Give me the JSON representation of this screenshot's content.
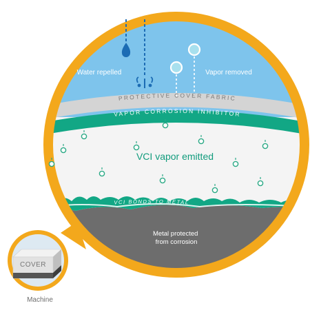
{
  "labels": {
    "water_repelled": "Water repelled",
    "vapor_removed": "Vapor removed",
    "protective_cover_fabric": "PROTECTIVE COVER FABRIC",
    "vapor_corrosion_inhibitor": "VAPOR CORROSION INHIBITOR",
    "vci_vapor_emitted": "VCI vapor emitted",
    "vci_bonds_to_metal": "VCI BONDS TO METAL",
    "metal_protected_line1": "Metal protected",
    "metal_protected_line2": "from corrosion",
    "cover_box": "COVER",
    "machine": "Machine"
  },
  "colors": {
    "ring": "#f3a81c",
    "sky": "#7ec4ec",
    "fabric": "#d4d4d4",
    "vci_band": "#12a785",
    "vapor_zone": "#f4f4f4",
    "metal": "#6d6d6d",
    "drop": "#1c6cb4",
    "bubble": "#a8e0ee",
    "small_bubble": "#2aa985",
    "text_white": "#ffffff",
    "text_teal": "#129c7d",
    "text_grey": "#6e6e6e"
  },
  "icons": {
    "water_drop": "water-drop-icon",
    "splash": "splash-icon",
    "vapor_bubble": "vapor-bubble-icon",
    "vci_bubble": "vci-bubble-icon",
    "cover_box": "cover-box-icon"
  }
}
